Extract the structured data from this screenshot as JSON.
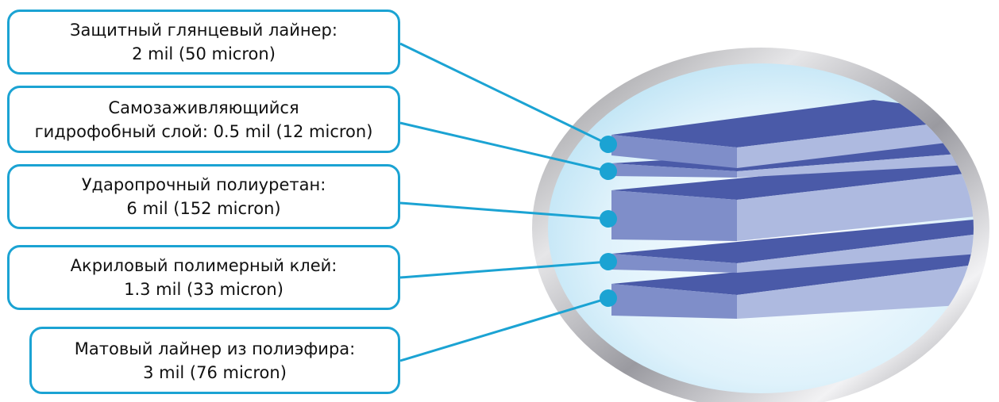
{
  "colors": {
    "accent": "#1ba3d3",
    "layer_top_dark": "#4a5aa8",
    "layer_front": "#7f8ec9",
    "layer_side": "#aebae0"
  },
  "layers": [
    {
      "line1": "Защитный глянцевый лайнер:",
      "line2": "2 mil (50 micron)"
    },
    {
      "line1": "Самозаживляющийся",
      "line2": "гидрофобный слой: 0.5 mil (12 micron)"
    },
    {
      "line1": "Ударопрочный полиуретан:",
      "line2": "6 mil (152 micron)"
    },
    {
      "line1": "Акриловый полимерный клей:",
      "line2": "1.3 mil (33 micron)"
    },
    {
      "line1": "Матовый лайнер из полиэфира:",
      "line2": "3 mil (76 micron)"
    }
  ]
}
